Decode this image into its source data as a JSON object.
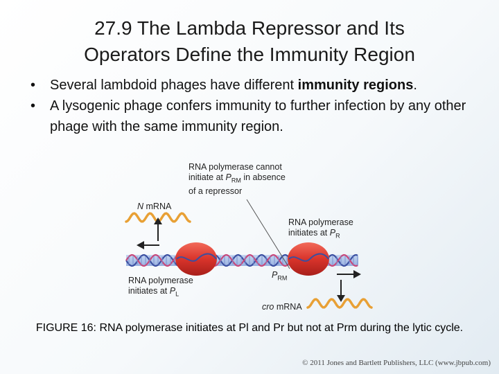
{
  "slide": {
    "title_line1": "27.9 The Lambda Repressor and Its",
    "title_line2": "Operators Define the Immunity Region"
  },
  "bullets": [
    {
      "text_before": "Several lambdoid phages have different ",
      "bold": "immunity regions",
      "text_after": "."
    },
    {
      "text": "A lysogenic phage confers immunity to further infection by any other phage with the same immunity region."
    }
  ],
  "bullet_symbol": "•",
  "figure": {
    "label_cannot_line1": "RNA polymerase cannot",
    "label_cannot_line2_pre": "initiate at ",
    "label_cannot_p": "P",
    "label_cannot_sub": "RM",
    "label_cannot_line2_post": " in absence",
    "label_cannot_line3": "of a repressor",
    "n_mrna_italic": "N",
    "n_mrna_text": " mRNA",
    "pr_line1": "RNA polymerase",
    "pr_line2_pre": "initiates at ",
    "pr_p": "P",
    "pr_sub": "R",
    "pl_line1": "RNA polymerase",
    "pl_line2_pre": "initiates at ",
    "pl_p": "P",
    "pl_sub": "L",
    "prm_p": "P",
    "prm_sub": "RM",
    "cro_italic": "cro",
    "cro_text": " mRNA",
    "colors": {
      "polymerase": "#d9342b",
      "dna_blue": "#3b4fa0",
      "dna_pink": "#c8487a",
      "mrna": "#e8a035"
    }
  },
  "caption": "FIGURE 16: RNA polymerase initiates at Pl and Pr but not at Prm during the lytic cycle.",
  "copyright": "© 2011 Jones and Bartlett Publishers, LLC (www.jbpub.com)"
}
